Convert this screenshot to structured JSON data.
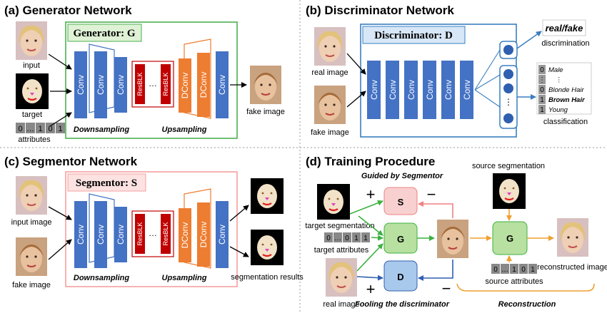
{
  "colors": {
    "conv": "#4472c4",
    "resblk": "#c00000",
    "dconv": "#ed7d31",
    "gen_border": "#4cb050",
    "seg_border": "#f4a0a0",
    "disc_border": "#3a7fc0",
    "s_node": "#f8d0d0",
    "g_node": "#b8e0a0",
    "d_node": "#a8c8ec"
  },
  "panel_a": {
    "title": "(a) Generator Network",
    "box_label": "Generator: G",
    "input_label": "input",
    "target_label": "target",
    "attr_bits": [
      "0",
      "…",
      "1",
      "0",
      "1"
    ],
    "attributes_label": "attributes",
    "conv": "Conv",
    "resblk": "ResBLK",
    "ellipsis": "…",
    "dconv": "DConv",
    "downsampling": "Downsampling",
    "upsampling": "Upsampling",
    "output_label": "fake image"
  },
  "panel_b": {
    "title": "(b) Discriminator Network",
    "box_label": "Discriminator: D",
    "real_label": "real image",
    "fake_label": "fake image",
    "conv": "Conv",
    "out1": "real/fake",
    "out1_caption": "discrimination",
    "classes": [
      {
        "bit": "0",
        "name": "Male"
      },
      {
        "bit": "⋮",
        "name": "⋮"
      },
      {
        "bit": "0",
        "name": "Blonde Hair"
      },
      {
        "bit": "1",
        "name": "Brown Hair"
      },
      {
        "bit": "1",
        "name": "Young"
      }
    ],
    "out2_caption": "classification"
  },
  "panel_c": {
    "title": "(c) Segmentor Network",
    "box_label": "Segmentor: S",
    "input_label": "input image",
    "fake_label": "fake image",
    "conv": "Conv",
    "resblk": "ResBLK",
    "ellipsis": "…",
    "dconv": "DConv",
    "downsampling": "Downsampling",
    "upsampling": "Upsampling",
    "output_label": "segmentation results"
  },
  "panel_d": {
    "title": "(d) Training Procedure",
    "guided": "Guided by Segmentor",
    "plus": "+",
    "minus": "−",
    "s": "S",
    "g": "G",
    "d": "D",
    "target_seg": "target segmentation",
    "target_bits": [
      "0",
      "…",
      "0",
      "1",
      "1"
    ],
    "target_attr": "target attributes",
    "real_label": "real image",
    "fooling": "Fooling the discriminator",
    "source_seg": "source segmentation",
    "source_bits": [
      "0",
      "…",
      "1",
      "0",
      "1"
    ],
    "source_attr": "source attributes",
    "reconstructed": "reconstructed image",
    "reconstruction": "Reconstruction"
  }
}
